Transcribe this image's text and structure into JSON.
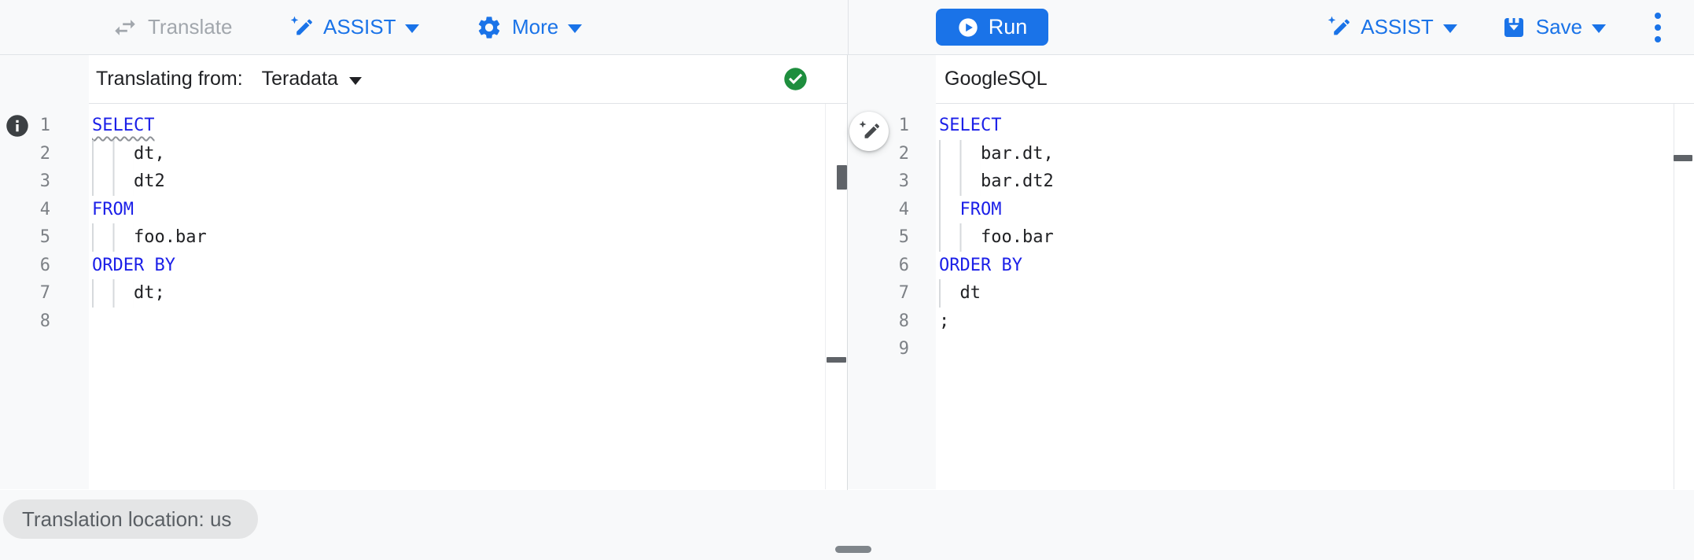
{
  "toolbar": {
    "translate": "Translate",
    "assist": "ASSIST",
    "more": "More",
    "run": "Run",
    "assist_right": "ASSIST",
    "save": "Save"
  },
  "left_panel": {
    "header_label": "Translating from:",
    "source_dialect": "Teradata",
    "status_icon": "success-check",
    "code": {
      "lines": [
        {
          "n": 1,
          "indent": 0,
          "tokens": [
            {
              "text": "SELECT",
              "kw": true,
              "wavy": true
            }
          ]
        },
        {
          "n": 2,
          "indent": 4,
          "tokens": [
            {
              "text": "dt,"
            }
          ]
        },
        {
          "n": 3,
          "indent": 4,
          "tokens": [
            {
              "text": "dt2"
            }
          ]
        },
        {
          "n": 4,
          "indent": 0,
          "tokens": [
            {
              "text": "FROM",
              "kw": true
            }
          ]
        },
        {
          "n": 5,
          "indent": 4,
          "tokens": [
            {
              "text": "foo.bar"
            }
          ]
        },
        {
          "n": 6,
          "indent": 0,
          "tokens": [
            {
              "text": "ORDER BY",
              "kw": true
            }
          ]
        },
        {
          "n": 7,
          "indent": 4,
          "tokens": [
            {
              "text": "dt;"
            }
          ]
        },
        {
          "n": 8,
          "indent": 0,
          "tokens": []
        }
      ]
    }
  },
  "right_panel": {
    "header_label": "GoogleSQL",
    "code": {
      "lines": [
        {
          "n": 1,
          "indent": 0,
          "tokens": [
            {
              "text": "SELECT",
              "kw": true
            }
          ]
        },
        {
          "n": 2,
          "indent": 4,
          "tokens": [
            {
              "text": "bar.dt,"
            }
          ]
        },
        {
          "n": 3,
          "indent": 4,
          "tokens": [
            {
              "text": "bar.dt2"
            }
          ]
        },
        {
          "n": 4,
          "indent": 2,
          "tokens": [
            {
              "text": "FROM",
              "kw": true
            }
          ]
        },
        {
          "n": 5,
          "indent": 4,
          "tokens": [
            {
              "text": "foo.bar"
            }
          ]
        },
        {
          "n": 6,
          "indent": 0,
          "tokens": [
            {
              "text": "ORDER BY",
              "kw": true
            }
          ]
        },
        {
          "n": 7,
          "indent": 2,
          "tokens": [
            {
              "text": "dt"
            }
          ]
        },
        {
          "n": 8,
          "indent": 0,
          "tokens": [
            {
              "text": ";"
            }
          ]
        },
        {
          "n": 9,
          "indent": 0,
          "tokens": []
        }
      ]
    }
  },
  "footer": {
    "location_badge": "Translation location: us"
  },
  "colors": {
    "accent_blue": "#1a73e8",
    "keyword_blue": "#1b1fe8",
    "success_green": "#1e8e3e",
    "code_text": "#202124",
    "disabled_gray": "#a2a7ad",
    "scrollbar_thumb": "#5f6368"
  }
}
